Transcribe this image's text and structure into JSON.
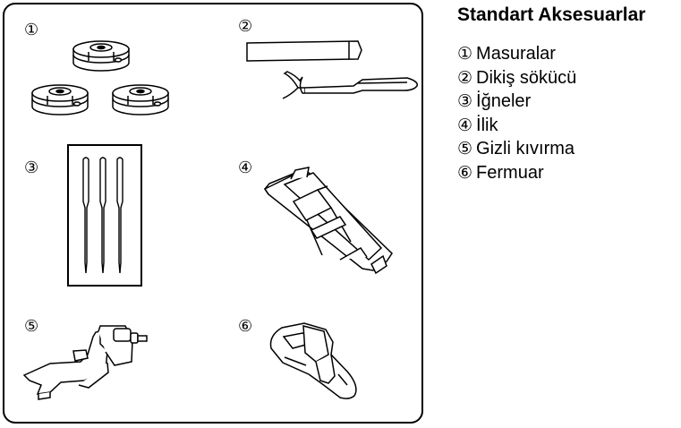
{
  "title": "Standart Aksesuarlar",
  "panel": {
    "items": [
      {
        "marker": "①",
        "icon": "bobbins-icon"
      },
      {
        "marker": "②",
        "icon": "seam-ripper-icon"
      },
      {
        "marker": "③",
        "icon": "needles-icon"
      },
      {
        "marker": "④",
        "icon": "buttonhole-foot-icon"
      },
      {
        "marker": "⑤",
        "icon": "blind-hem-foot-icon"
      },
      {
        "marker": "⑥",
        "icon": "zipper-foot-icon"
      }
    ]
  },
  "legend": [
    {
      "marker": "①",
      "label": "Masuralar"
    },
    {
      "marker": "②",
      "label": "Dikiş sökücü"
    },
    {
      "marker": "③",
      "label": "İğneler"
    },
    {
      "marker": "④",
      "label": "İlik"
    },
    {
      "marker": "⑤",
      "label": "Gizli kıvırma"
    },
    {
      "marker": "⑥",
      "label": "Fermuar"
    }
  ]
}
